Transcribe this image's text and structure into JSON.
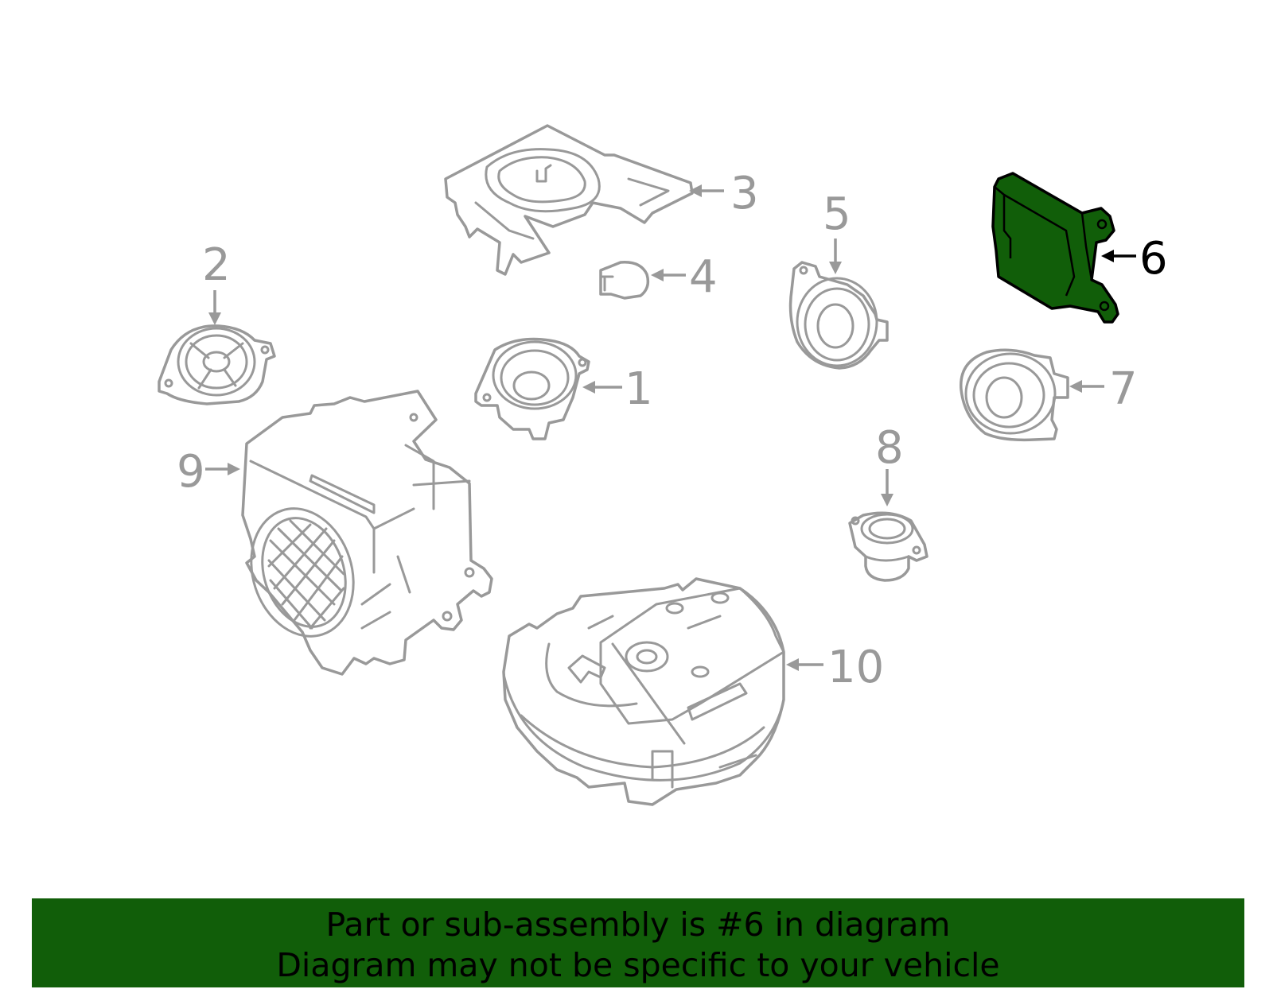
{
  "diagram": {
    "callouts": [
      "1",
      "2",
      "3",
      "4",
      "5",
      "6",
      "7",
      "8",
      "9",
      "10"
    ],
    "highlighted_callout": "6",
    "colors": {
      "outline": "#999999",
      "highlight_fill": "#115e09",
      "highlight_stroke": "#000000",
      "banner": "#115e09",
      "background": "#ffffff"
    }
  },
  "banner": {
    "line1": "Part or sub-assembly is #6 in diagram",
    "line2": "Diagram may not be specific to your vehicle"
  }
}
